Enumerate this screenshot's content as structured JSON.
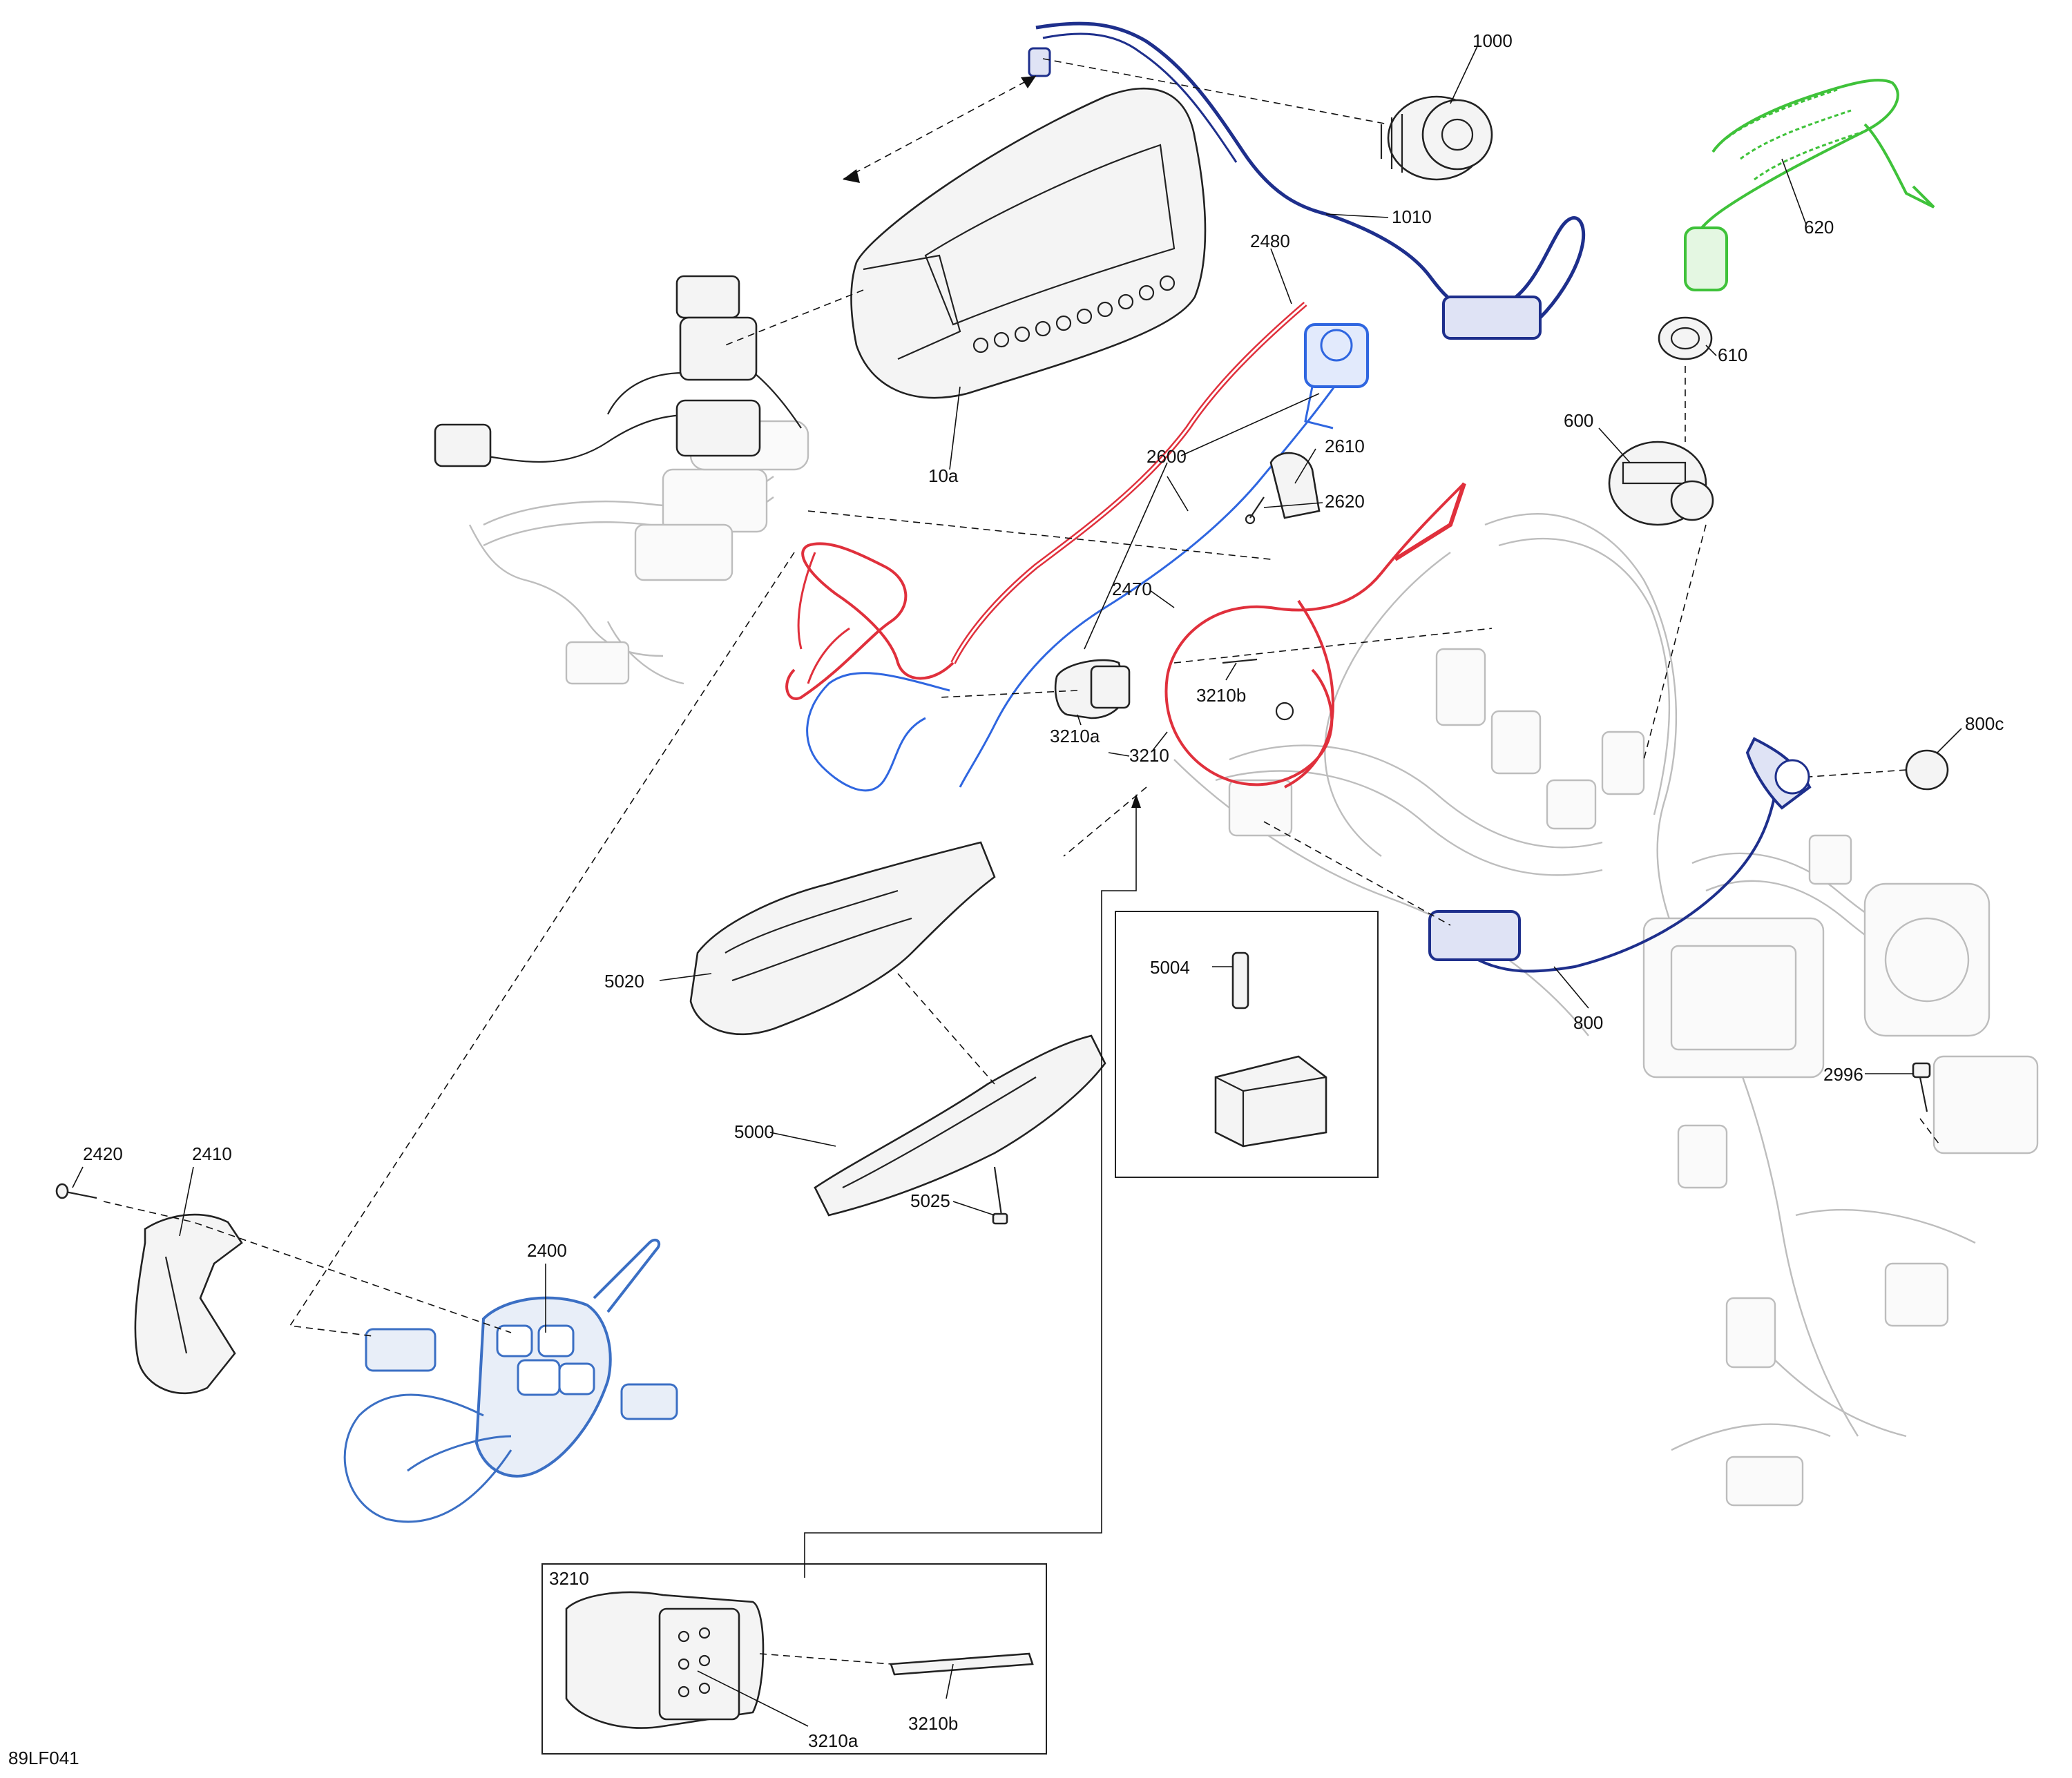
{
  "diagram": {
    "figure_code": "89LF041",
    "colors": {
      "red_harness": "#e0303c",
      "blue_harness": "#2f66e0",
      "navy_harness": "#1e2f8c",
      "green_lanyard": "#3fc23a",
      "blue_switch": "#3b6fc4",
      "ghost": "#bdbdbd",
      "ink": "#111111"
    },
    "callouts": {
      "c1000": "1000",
      "c1010": "1010",
      "c620": "620",
      "c610": "610",
      "c600": "600",
      "c10a": "10a",
      "c2480": "2480",
      "c2600": "2600",
      "c2610": "2610",
      "c2620": "2620",
      "c2470": "2470",
      "c3210b": "3210b",
      "c3210a": "3210a",
      "c3210": "3210",
      "c800c": "800c",
      "c800": "800",
      "c2996": "2996",
      "c5020": "5020",
      "c5004": "5004",
      "c5000": "5000",
      "c5025": "5025",
      "c2420": "2420",
      "c2410": "2410",
      "c2400": "2400"
    },
    "detail_box": {
      "title": "3210",
      "c3210a": "3210a",
      "c3210b": "3210b"
    }
  }
}
